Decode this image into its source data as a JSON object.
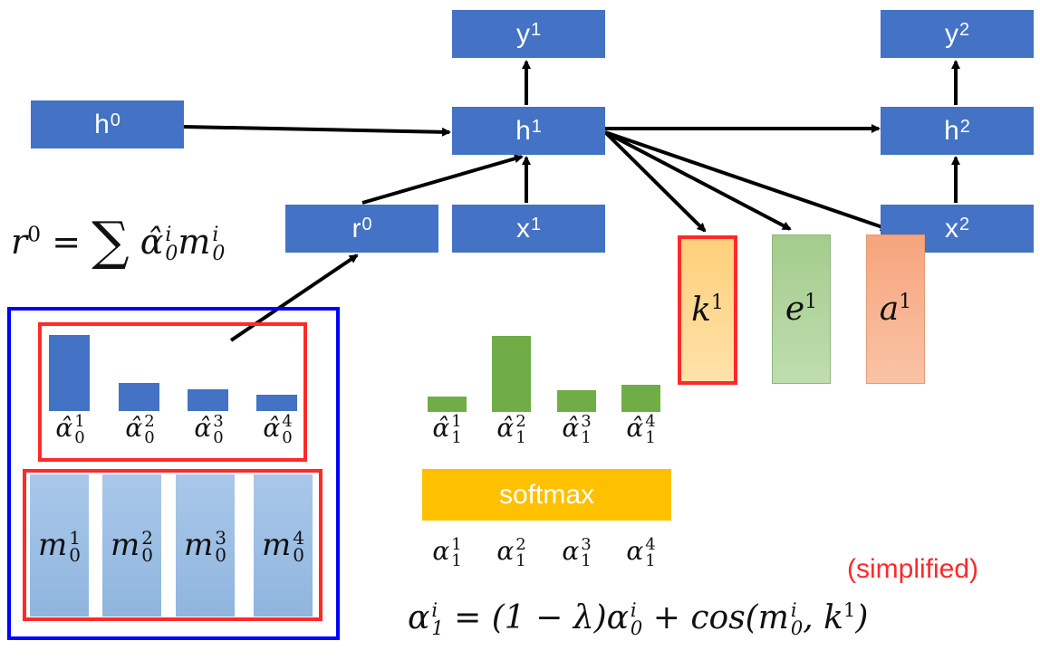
{
  "nodes": {
    "h0": {
      "base": "h",
      "sup": "0"
    },
    "h1": {
      "base": "h",
      "sup": "1"
    },
    "h2": {
      "base": "h",
      "sup": "2"
    },
    "y1": {
      "base": "y",
      "sup": "1"
    },
    "y2": {
      "base": "y",
      "sup": "2"
    },
    "x1": {
      "base": "x",
      "sup": "1"
    },
    "x2": {
      "base": "x",
      "sup": "2"
    },
    "r0": {
      "base": "r",
      "sup": "0"
    }
  },
  "equations": {
    "r0_lhs": "r",
    "r0_sup": "0",
    "r0_eq": "=",
    "r0_sum": "∑",
    "r0_alpha": "α̂",
    "r0_alpha_sup": "i",
    "r0_alpha_sub": "0",
    "r0_m": "m",
    "r0_m_sup": "i",
    "r0_m_sub": "0",
    "update": "α",
    "update_sup": "i",
    "update_sub": "1",
    "update_rhs_a": "= (1 − λ)α",
    "update_rhs_a_sup": "i",
    "update_rhs_a_sub": "0",
    "update_rhs_b": "+ cos(m",
    "update_rhs_b_sup": "i",
    "update_rhs_b_sub": "0",
    "update_rhs_c": ", k",
    "update_rhs_c_sup": "1",
    "update_rhs_d": ")"
  },
  "alpha0_hat": {
    "base": "α̂",
    "sub": "0",
    "sups": [
      "1",
      "2",
      "3",
      "4"
    ],
    "values": [
      1.0,
      0.37,
      0.29,
      0.21
    ]
  },
  "memory": {
    "base": "m",
    "sub": "0",
    "sups": [
      "1",
      "2",
      "3",
      "4"
    ]
  },
  "alpha1_hat": {
    "base": "α̂",
    "sub": "1",
    "sups": [
      "1",
      "2",
      "3",
      "4"
    ],
    "values": [
      0.2,
      1.0,
      0.29,
      0.36
    ]
  },
  "alpha1": {
    "base": "α",
    "sub": "1",
    "sups": [
      "1",
      "2",
      "3",
      "4"
    ]
  },
  "softmax": "softmax",
  "outputs": {
    "k": {
      "base": "k",
      "sup": "1",
      "color": "#FFD37F"
    },
    "e": {
      "base": "e",
      "sup": "1",
      "color": "#A9CF94"
    },
    "a": {
      "base": "a",
      "sup": "1",
      "color": "#F7AE86"
    }
  },
  "simplified": "(simplified)",
  "colors": {
    "node": "#4472C4",
    "green_bar": "#70AD47",
    "highlight_red": "#FF2A2A",
    "frame_blue": "#0000FF",
    "softmax": "#FFC000"
  }
}
